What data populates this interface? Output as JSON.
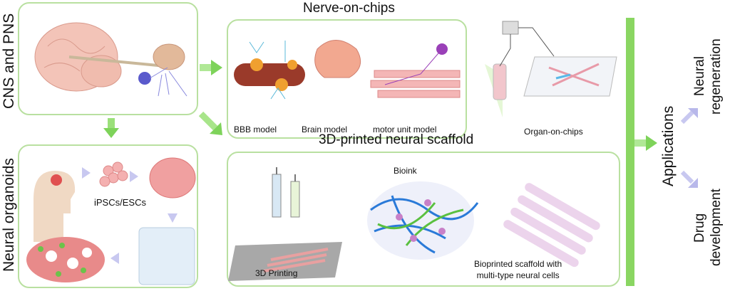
{
  "sections": {
    "cns": {
      "label": "CNS and PNS"
    },
    "organoids": {
      "label": "Neural organoids",
      "cells_label": "iPSCs/ESCs"
    },
    "nerve_on_chips": {
      "title": "Nerve-on-chips",
      "models": [
        "BBB model",
        "Brain model",
        "motor unit model"
      ],
      "organ_label": "Organ-on-chips"
    },
    "scaffold": {
      "title": "3D-printed neural scaffold",
      "bioink": "Bioink",
      "printing": "3D Printing",
      "result": "Bioprinted scaffold with multi-type neural cells",
      "result_lines": [
        "Bioprinted scaffold with",
        "multi-type neural cells"
      ]
    },
    "applications": {
      "label": "Applications",
      "items": [
        {
          "lines": [
            "Neural",
            "regeneration"
          ]
        },
        {
          "lines": [
            "Drug",
            "development"
          ]
        }
      ]
    }
  },
  "colors": {
    "border": "#b9e0a0",
    "arrow": "#7ed35a",
    "bar": "#8ad662",
    "app_arrow": "#c8c8f0"
  }
}
